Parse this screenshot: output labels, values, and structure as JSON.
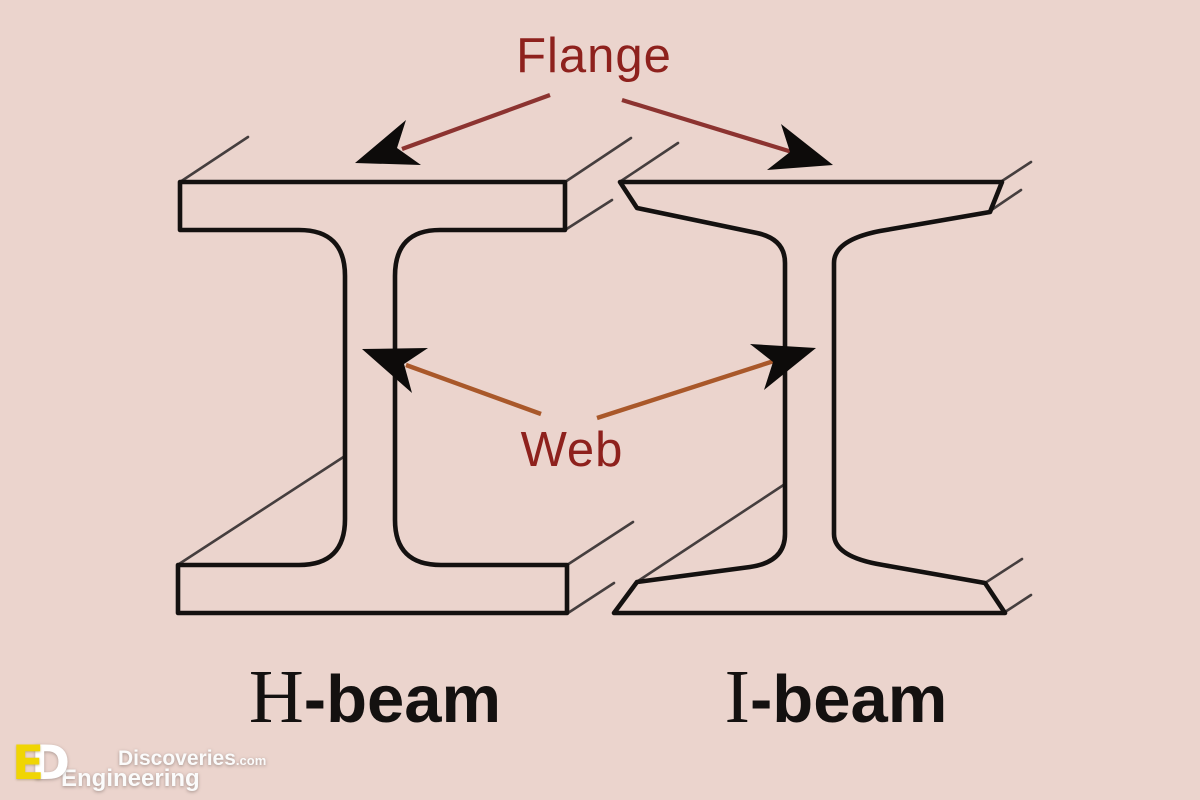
{
  "page": {
    "background_color": "#ebd4cd"
  },
  "diagram": {
    "flange_label": "Flange",
    "web_label": "Web",
    "h_beam": {
      "letter": "H",
      "suffix": "-beam"
    },
    "i_beam": {
      "letter": "I",
      "suffix": "-beam"
    },
    "colors": {
      "beam_outline": "#141110",
      "depth_line": "#453e3e",
      "label_text": "#8e211d",
      "flange_arrow_line": "#8c3330",
      "web_arrow_line": "#a9582a",
      "arrowhead": "#0d0b0a"
    }
  },
  "watermark": {
    "monogram_e": "E",
    "monogram_d": "D",
    "monogram_e_color": "#f0d503",
    "monogram_d_color": "#ffffff",
    "line1": "Discoveries",
    "line1_suffix": ".com",
    "line2": "Engineering"
  }
}
